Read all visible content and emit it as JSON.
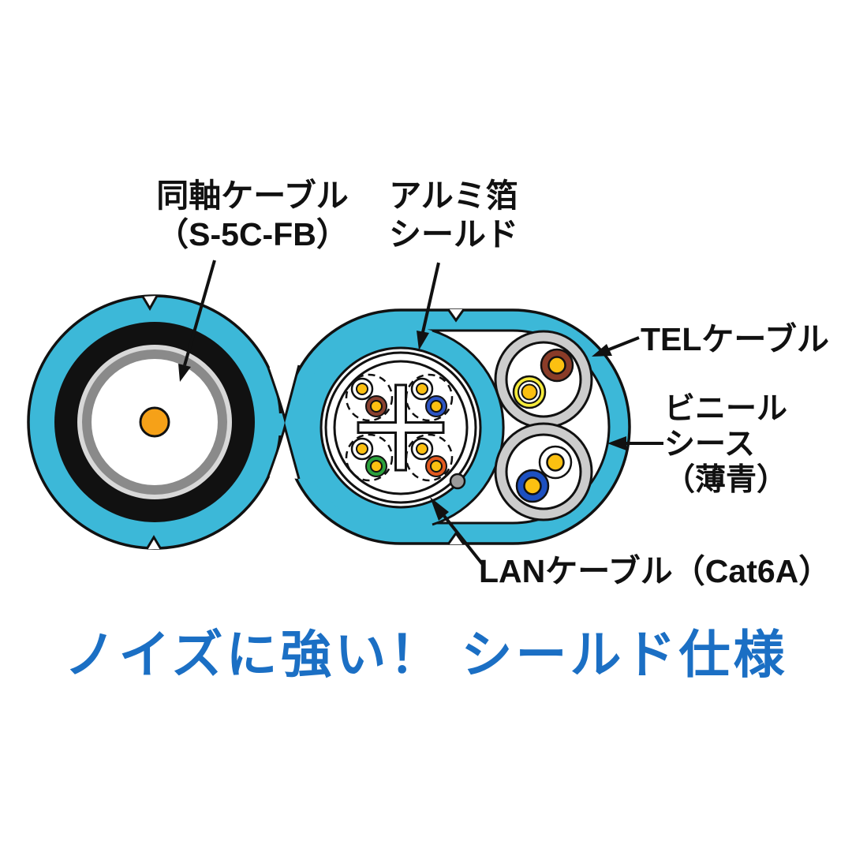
{
  "title": {
    "text": "ノイズに強い！ シールド仕様"
  },
  "labels": {
    "coax": {
      "line1": "同軸ケーブル",
      "line2": "（S-5C-FB）"
    },
    "foil_shield": {
      "line1": "アルミ箔",
      "line2": "シールド"
    },
    "tel": {
      "text": "TELケーブル"
    },
    "vinyl_sheath": {
      "line1": "ビニール",
      "line2": "シース",
      "line3": "（薄青）"
    },
    "lan": {
      "text": "LANケーブル（Cat6A）"
    }
  },
  "colors": {
    "sheath_cyan": "#3cb8d8",
    "title_blue": "#1b6fc4",
    "label_black": "#111111",
    "coax_foil_light_gray": "#d8d8d8",
    "coax_foil_gray": "#8a8a8a",
    "coax_center_orange": "#f6a118",
    "wire_core_yellow": "#fcc011",
    "pair_brown": "#8a4130",
    "pair_blue": "#2d55c4",
    "pair_green": "#2ba13c",
    "pair_orange": "#e25a20",
    "tel_sheath_gray": "#cccccc",
    "tel_yellow": "#f6ec3c",
    "tel_brown": "#8a3c28",
    "tel_blue": "#1d50c0",
    "drain_gray": "#9b9b9b",
    "background": "#ffffff"
  }
}
